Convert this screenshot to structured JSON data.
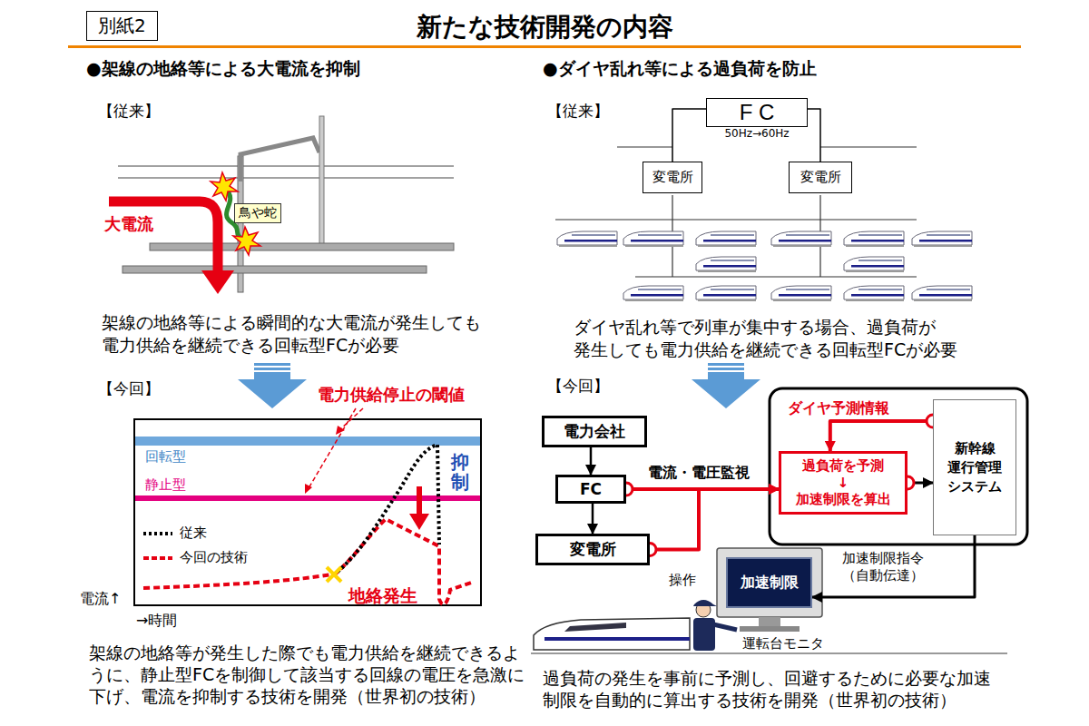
{
  "diagram": {
    "title": "新たな技術開発の内容",
    "nodes": [
      {
        "text": [
          "別紙2"
        ]
      },
      {
        "text": [
          "鳥や蛇"
        ]
      },
      {
        "text": [
          "F C",
          "50Hz→60Hz"
        ]
      },
      {
        "text": [
          "変電所"
        ]
      },
      {
        "text": [
          "変電所"
        ]
      },
      {
        "text": [
          "電力会社"
        ]
      },
      {
        "text": [
          "FC"
        ]
      },
      {
        "text": [
          "変電所"
        ]
      },
      {
        "text": [
          "過負荷を予測 ↓ 加速制限を算出"
        ]
      },
      {
        "text": [
          "新幹線 運行管理 システム"
        ]
      },
      {
        "text": [
          "加速制限"
        ]
      }
    ],
    "edges": [
      {
        "from": 2,
        "to": 3,
        "arrow": "none"
      },
      {
        "from": 2,
        "to": 4,
        "arrow": "none"
      },
      {
        "from": 5,
        "to": 6,
        "arrow": "to"
      },
      {
        "from": 6,
        "to": 7,
        "arrow": "to"
      },
      {
        "from": 6,
        "to": 8,
        "arrow": "to",
        "label": "電流・電圧監視"
      },
      {
        "from": 7,
        "to": 8,
        "arrow": "to"
      },
      {
        "from": 9,
        "to": 8,
        "arrow": "to",
        "label": "ダイヤ予測情報"
      },
      {
        "from": 8,
        "to": 9,
        "arrow": "to"
      },
      {
        "from": 9,
        "to": 10,
        "arrow": "to",
        "label": "加速制限指令 （自動伝達）"
      }
    ],
    "labels": [
      "●架線の地絡等による大電流を抑制",
      "【従来】",
      "大電流",
      "架線の地絡等による瞬間的な大電流が発生しても 電力供給を継続できる回転型FCが必要",
      "【今回】",
      "電力供給停止の閾値",
      "回転型",
      "静止型",
      "抑制",
      "地絡発生",
      "電流↑",
      "→時間",
      "架線の地絡等が発生した際でも電力供給を継続できるように、静止型FCを制御して該当する回線の電圧を急激に下げ、電流を抑制する技術を開発（世界初の技術）",
      "●ダイヤ乱れ等による過負荷を防止",
      "【従来】",
      "ダイヤ乱れ等で列車が集中する場合、過負荷が 発生しても電力供給を継続できる回転型FCが必要",
      "【今回】",
      "操作",
      "運転台モニタ",
      "過負荷の発生を事前に予測し、回避するために必要な加速制限を自動的に算出する技術を開発（世界初の技術）"
    ],
    "legend": [
      {
        "text": "従来"
      },
      {
        "text": "今回の技術"
      }
    ]
  }
}
